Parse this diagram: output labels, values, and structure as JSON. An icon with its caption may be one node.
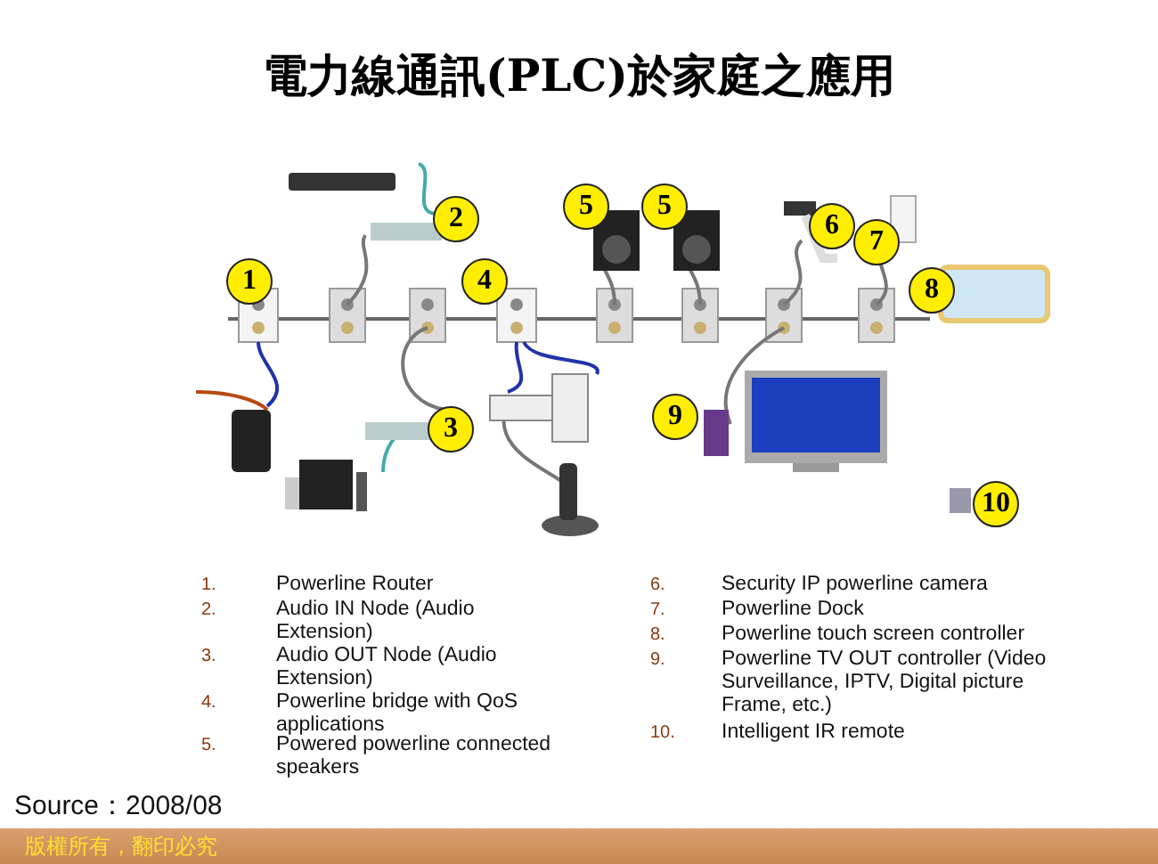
{
  "diagram": {
    "title": "電力線通訊(PLC)於家庭之應用",
    "labels": [
      "2",
      "5",
      "5",
      "6",
      "7",
      "1",
      "4",
      "8",
      "3",
      "9",
      "10",
      "1.",
      "Powerline Router",
      "2.",
      "Audio IN Node (Audio Extension)",
      "3.",
      "Audio OUT Node (Audio Extension)",
      "4.",
      "Powerline bridge with QoS applications",
      "5.",
      "Powered powerline connected speakers",
      "6.",
      "Security IP powerline camera",
      "7.",
      "Powerline Dock",
      "8.",
      "Powerline touch screen controller",
      "9.",
      "Powerline TV OUT controller (Video Surveillance, IPTV, Digital picture Frame, etc.)",
      "10.",
      "Intelligent IR remote",
      "Source：2008/08",
      "版權所有，翻印必究"
    ]
  }
}
